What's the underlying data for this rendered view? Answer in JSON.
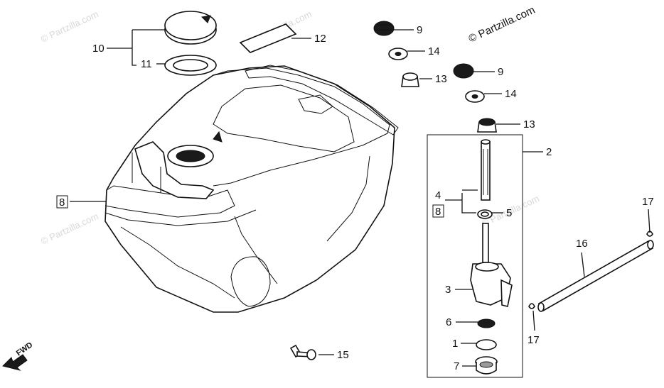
{
  "copyright": "© Partzilla.com",
  "watermark_text": "© Partzilla.com",
  "forward_arrow_label": "FWD",
  "callouts": {
    "c1": "1",
    "c2": "2",
    "c3": "3",
    "c4": "4",
    "c5": "5",
    "c6": "6",
    "c7": "7",
    "c8_left": "8",
    "c8_right": "8",
    "c9_top": "9",
    "c9_mid": "9",
    "c10": "10",
    "c11": "11",
    "c12": "12",
    "c13_a": "13",
    "c13_b": "13",
    "c14_a": "14",
    "c14_b": "14",
    "c15": "15",
    "c16": "16",
    "c17_top": "17",
    "c17_bottom": "17"
  },
  "colors": {
    "line": "#111111",
    "watermark": "#d8d8d8",
    "background": "#ffffff"
  }
}
